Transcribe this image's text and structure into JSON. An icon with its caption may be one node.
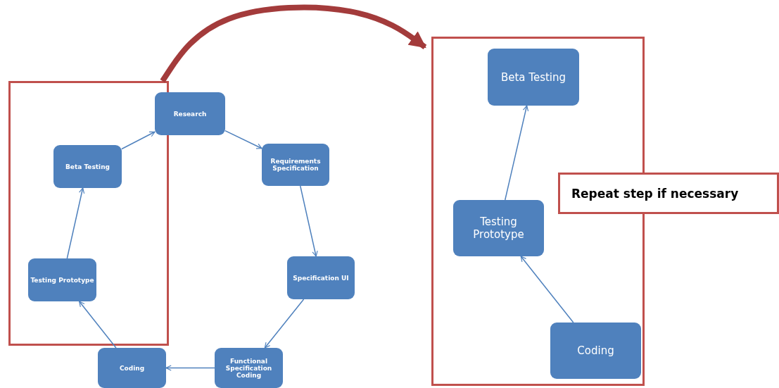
{
  "diagram": {
    "nodes": [
      {
        "text": [],
        "shape": "box"
      },
      {
        "text": [
          "Research"
        ]
      },
      {
        "text": [
          "Requirements Specification"
        ]
      },
      {
        "text": [
          "Specification UI"
        ]
      },
      {
        "text": [
          "Functional Specification Coding"
        ]
      },
      {
        "text": [
          "Coding"
        ]
      },
      {
        "text": [
          "Testing Prototype"
        ],
        "in": 0
      },
      {
        "text": [
          "Beta Testing"
        ],
        "in": 0
      },
      {
        "text": [],
        "shape": "box"
      },
      {
        "text": [
          "Beta Testing"
        ],
        "in": 8
      },
      {
        "text": [
          "Testing Prototype"
        ],
        "in": 8
      },
      {
        "text": [
          "Coding"
        ],
        "in": 8
      },
      {
        "text": [
          "Repeat step if necessary"
        ]
      }
    ],
    "edges": [
      {
        "from": 1,
        "to": 2,
        "arrow": "to"
      },
      {
        "from": 2,
        "to": 3,
        "arrow": "to"
      },
      {
        "from": 3,
        "to": 4,
        "arrow": "to"
      },
      {
        "from": 4,
        "to": 5,
        "arrow": "to"
      },
      {
        "from": 5,
        "to": 6,
        "arrow": "to"
      },
      {
        "from": 6,
        "to": 7,
        "arrow": "to"
      },
      {
        "from": 7,
        "to": 1,
        "arrow": "to"
      },
      {
        "from": 0,
        "to": 8,
        "arrow": "to",
        "style": "thick",
        "color": "#a33b3b"
      },
      {
        "from": 11,
        "to": 10,
        "arrow": "to"
      },
      {
        "from": 10,
        "to": 9,
        "arrow": "to"
      }
    ]
  }
}
